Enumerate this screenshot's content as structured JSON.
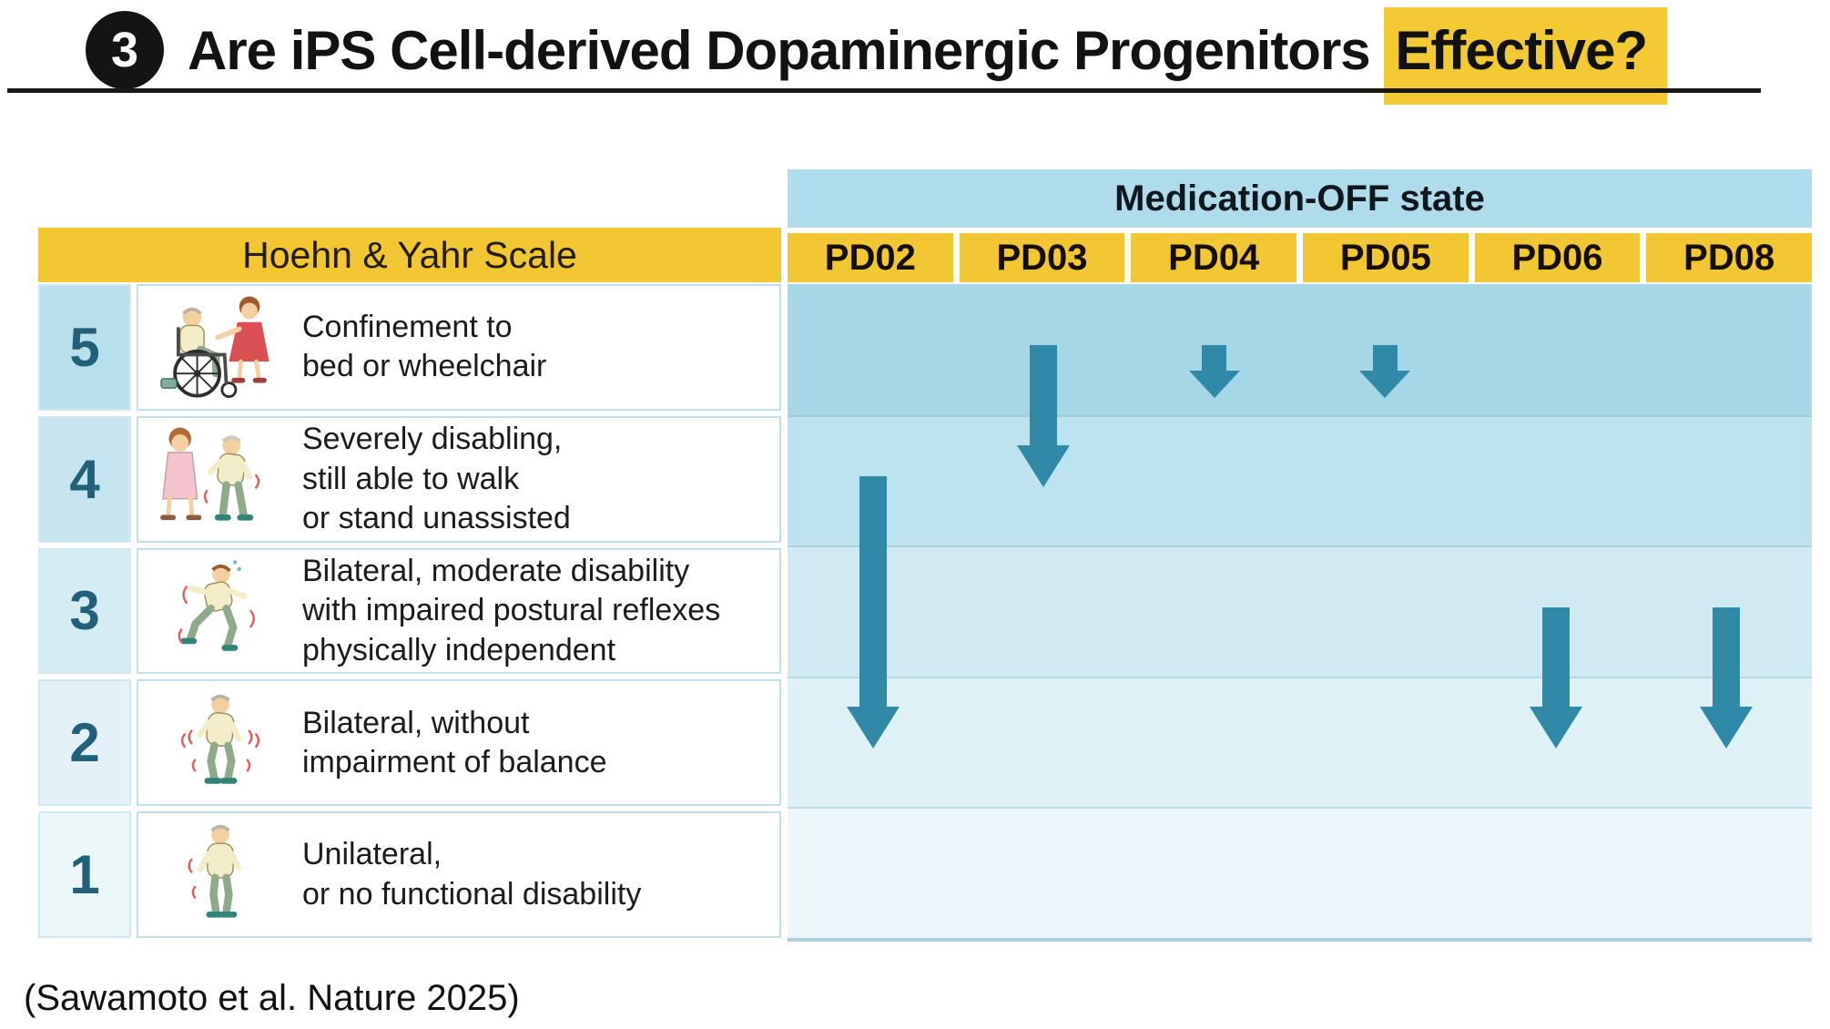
{
  "slide": {
    "title": {
      "badge": "3",
      "text_before": "Are iPS Cell-derived Dopaminergic Progenitors ",
      "highlight": "Effective?"
    },
    "citation": "(Sawamoto et al. Nature 2025)"
  },
  "table": {
    "left_header": "Hoehn & Yahr Scale",
    "right_header": "Medication-OFF state",
    "rows": [
      {
        "stage": "5",
        "description": "Confinement to\nbed or wheelchair",
        "illustration": "patient-in-wheelchair-with-caregiver"
      },
      {
        "stage": "4",
        "description": "Severely disabling,\nstill able to walk\nor stand unassisted",
        "illustration": "caregiver-beside-standing-patient"
      },
      {
        "stage": "3",
        "description": "Bilateral, moderate disability\nwith impaired postural reflexes\nphysically independent",
        "illustration": "stumbling-patient-with-tremor"
      },
      {
        "stage": "2",
        "description": "Bilateral, without\nimpairment of balance",
        "illustration": "patient-with-tremor-both-sides"
      },
      {
        "stage": "1",
        "description": "Unilateral,\nor no functional disability",
        "illustration": "patient-with-tremor-one-side"
      }
    ]
  },
  "chart_data": {
    "type": "table",
    "title": "Are iPS Cell-derived Dopaminergic Progenitors Effective?",
    "column_group_header": "Medication-OFF state",
    "columns": [
      "PD02",
      "PD03",
      "PD04",
      "PD05",
      "PD06",
      "PD08"
    ],
    "row_scale": {
      "label": "Hoehn & Yahr Scale",
      "stages": [
        5,
        4,
        3,
        2,
        1
      ]
    },
    "arrows": [
      {
        "patient": "PD02",
        "from_stage": 4,
        "to_stage": 2,
        "size": "large"
      },
      {
        "patient": "PD03",
        "from_stage": 5,
        "to_stage": 4,
        "size": "medium"
      },
      {
        "patient": "PD04",
        "from_stage": 5,
        "to_stage": 4,
        "size": "small"
      },
      {
        "patient": "PD05",
        "from_stage": 5,
        "to_stage": 4,
        "size": "small"
      },
      {
        "patient": "PD06",
        "from_stage": 3,
        "to_stage": 2,
        "size": "medium"
      },
      {
        "patient": "PD08",
        "from_stage": 3,
        "to_stage": 2,
        "size": "medium"
      }
    ]
  },
  "colors": {
    "header_yellow": "#f2c733",
    "title_highlight_yellow": "#f3c934",
    "panel_header_blue": "#aedcec",
    "panel_band_top_blue": "#a6d7e7",
    "panel_band_bottom_blue": "#ebf7fa",
    "arrow_teal": "#3089a6",
    "stage_number_teal": "#20607a",
    "table_border_blue": "#bfdfee"
  }
}
